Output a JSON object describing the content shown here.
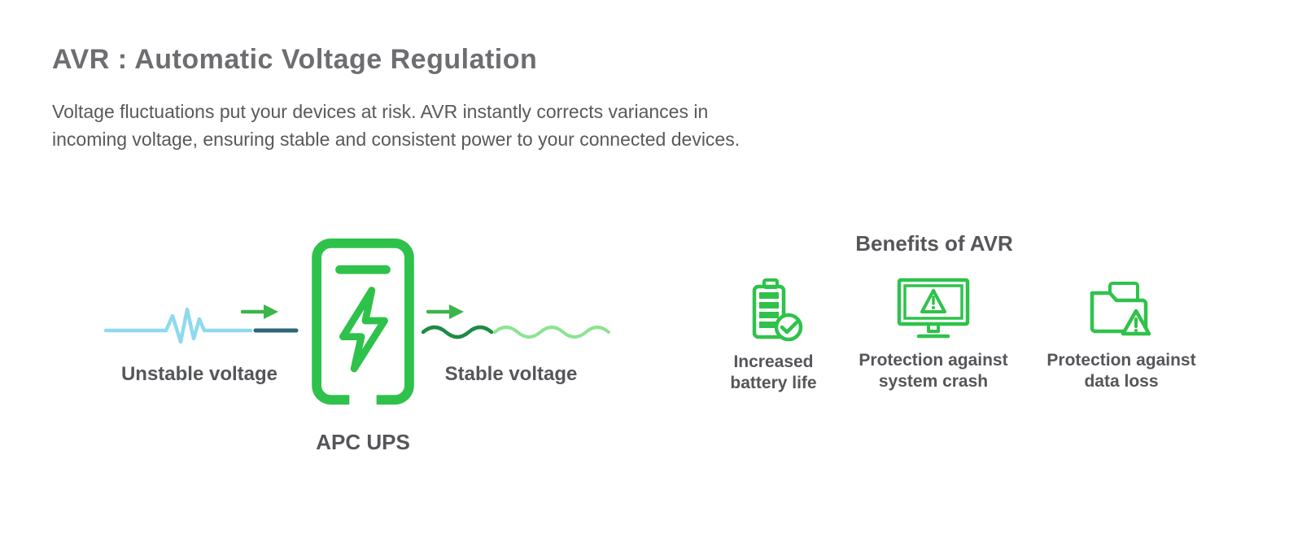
{
  "header": {
    "title": "AVR : Automatic Voltage Regulation",
    "description_line1": "Voltage fluctuations put your devices at risk. AVR instantly corrects variances in",
    "description_line2": "incoming voltage, ensuring stable and consistent power to your connected devices."
  },
  "diagram": {
    "unstable_label": "Unstable voltage",
    "device_label": "APC UPS",
    "stable_label": "Stable voltage",
    "icons": {
      "unstable_waveform": "unstable-waveform-icon",
      "flow_arrow": "right-arrow-icon",
      "ups_device": "ups-lightning-icon",
      "stable_waveform": "stable-waveform-icon"
    }
  },
  "benefits": {
    "heading": "Benefits of AVR",
    "items": [
      {
        "icon": "battery-check-icon",
        "label_line1": "Increased",
        "label_line2": "battery life"
      },
      {
        "icon": "monitor-warning-icon",
        "label_line1": "Protection against",
        "label_line2": "system crash"
      },
      {
        "icon": "folder-warning-icon",
        "label_line1": "Protection against",
        "label_line2": "data loss"
      }
    ]
  },
  "colors": {
    "primary_green": "#2fc24b",
    "dark_green": "#1f8a44",
    "light_green": "#8be491",
    "light_blue": "#8fd9f0",
    "dark_teal": "#2e6577",
    "heading_text": "#6d6e71",
    "body_text": "#58595b"
  }
}
